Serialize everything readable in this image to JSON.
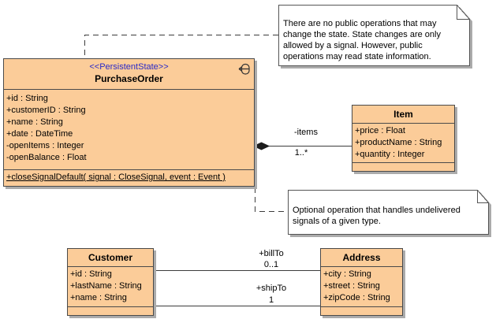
{
  "colors": {
    "class_fill": "#fbcc99",
    "class_border": "#4a4a4a",
    "note_fill": "#ffffff",
    "note_border": "#555555",
    "shadow": "#ababab",
    "stereotype_color": "#2929c8",
    "line_color": "#3c3c3c",
    "text_color": "#0d0d0d"
  },
  "classes": {
    "purchase_order": {
      "stereotype": "<<PersistentState>>",
      "name": "PurchaseOrder",
      "attributes": [
        "+id : String",
        "+customerID : String",
        "+name : String",
        "+date : DateTime",
        "-openItems : Integer",
        "-openBalance : Float"
      ],
      "operations": [
        "+closeSignalDefault( signal : CloseSignal, event : Event )"
      ],
      "has_statemachine_icon": true
    },
    "item": {
      "name": "Item",
      "attributes": [
        "+price : Float",
        "+productName : String",
        "+quantity : Integer"
      ],
      "operations": []
    },
    "customer": {
      "name": "Customer",
      "attributes": [
        "+id : String",
        "+lastName : String",
        "+name : String"
      ],
      "operations": []
    },
    "address": {
      "name": "Address",
      "attributes": [
        "+city : String",
        "+street : String",
        "+zipCode : String"
      ],
      "operations": []
    }
  },
  "notes": {
    "state_note": {
      "lines": [
        "There are no public operations that may",
        "change the state. State changes are only",
        "allowed by a signal. However, public",
        "operations may read state information."
      ]
    },
    "optional_note": {
      "lines": [
        "Optional operation that handles undelivered",
        "signals of a given type."
      ]
    }
  },
  "relationships": {
    "items_composition": {
      "type": "composition",
      "from": "PurchaseOrder",
      "to": "Item",
      "role_label": "-items",
      "multiplicity": "1..*"
    },
    "bill_to": {
      "type": "association",
      "from": "Customer",
      "to": "Address",
      "role_label": "+billTo",
      "multiplicity": "0..1"
    },
    "ship_to": {
      "type": "association",
      "from": "Customer",
      "to": "Address",
      "role_label": "+shipTo",
      "multiplicity": "1"
    }
  }
}
